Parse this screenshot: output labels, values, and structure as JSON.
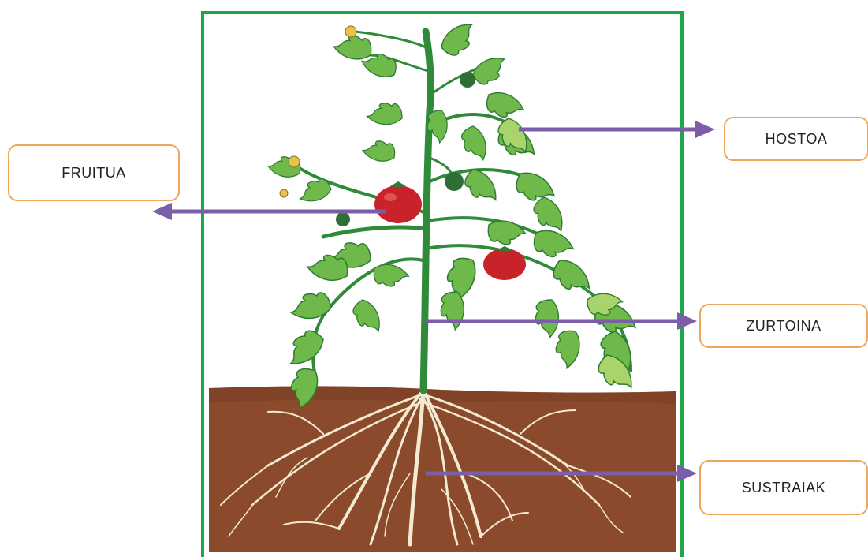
{
  "labels": {
    "fruit": "FRUITUA",
    "leaf": "HOSTOA",
    "stem": "ZURTOINA",
    "roots": "SUSTRAIAK"
  },
  "colors": {
    "frame": "#1fa64a",
    "soil": "#8b4a2b",
    "stem": "#2f8a3a",
    "leaf": "#6fb84a",
    "leaf_light": "#a9d36b",
    "tomato": "#c8232a",
    "green_fruit": "#2f6e34",
    "root": "#f3ead2",
    "arrow": "#7b5ea7",
    "label_border": "#f0a55c"
  },
  "icons": {
    "arrow": "arrow-icon"
  }
}
